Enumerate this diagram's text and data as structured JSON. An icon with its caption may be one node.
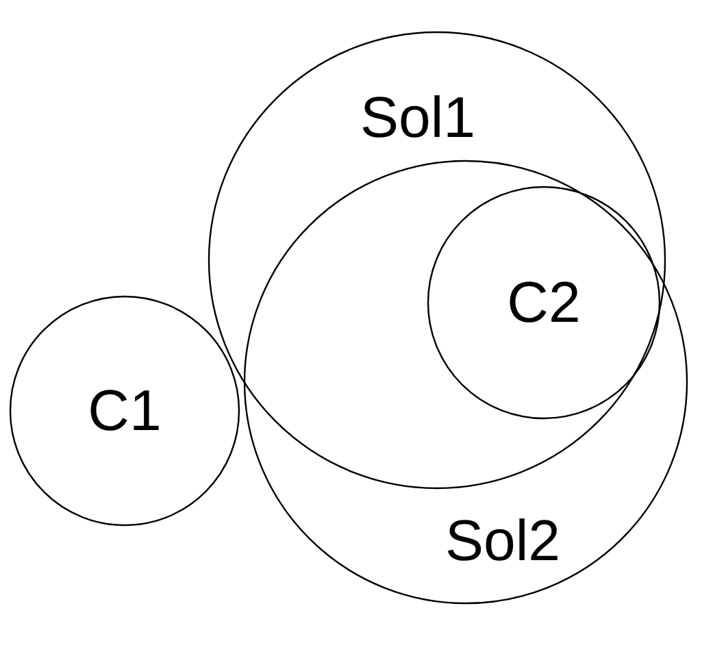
{
  "diagram": {
    "nodes": [
      {
        "text": [
          "Sol1"
        ]
      },
      {
        "text": [
          "C2"
        ]
      },
      {
        "text": [
          "C1"
        ]
      },
      {
        "text": [
          "Sol2"
        ]
      }
    ]
  }
}
